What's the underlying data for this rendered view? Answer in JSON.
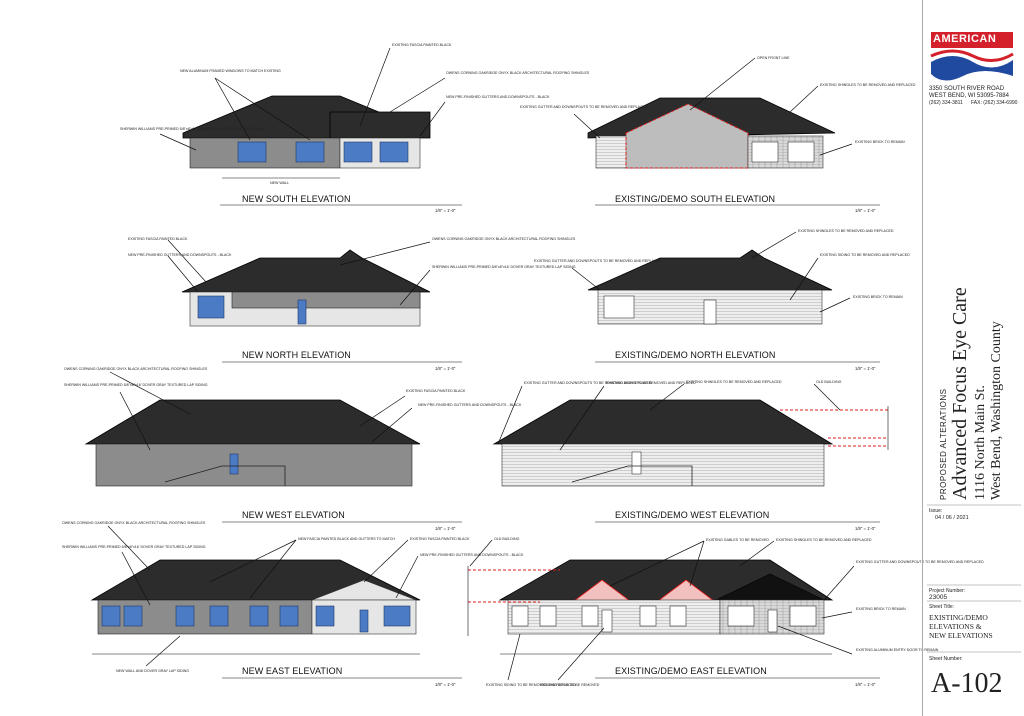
{
  "views": [
    {
      "title": "NEW SOUTH ELEVATION",
      "scale": "1/8\" = 1'-0\"",
      "notes": [
        "EXISTING FASCIA PAINTED BLACK",
        "NEW ALUMINUM FRAMED WINDOWS TO MATCH EXISTING",
        "OWENS CORNING OAKRIDGE ONYX BLACK ARCHITECTURAL ROOFING SHINGLES",
        "NEW PRE-FINISHED GUTTERS AND DOWNSPOUTS - BLACK",
        "SHERWIN WILLIAMS PRE-PRIMED 5/8\"x8\"x16' DOVER GRAY TEXTURED LAP SIDING",
        "NEW WALL"
      ]
    },
    {
      "title": "EXISTING/DEMO SOUTH ELEVATION",
      "scale": "1/8\" = 1'-0\"",
      "notes": [
        "OPEN FRONT LINE",
        "EXISTING SHINGLES TO BE REMOVED AND REPLACED",
        "EXISTING GUTTER AND DOWNSPOUTS TO BE REMOVED AND REPLACED",
        "EXISTING BRICK TO REMAIN"
      ]
    },
    {
      "title": "NEW NORTH ELEVATION",
      "scale": "1/8\" = 1'-0\"",
      "notes": [
        "EXISTING FASCIA PAINTED BLACK",
        "NEW PRE-FINISHED GUTTERS AND DOWNSPOUTS - BLACK",
        "OWENS CORNING OAKRIDGE ONYX BLACK ARCHITECTURAL ROOFING SHINGLES",
        "SHERWIN WILLIAMS PRE-PRIMED 5/8\"x8\"x16' DOVER GRAY TEXTURED LAP SIDING"
      ]
    },
    {
      "title": "EXISTING/DEMO NORTH ELEVATION",
      "scale": "1/8\" = 1'-0\"",
      "notes": [
        "EXISTING GUTTER AND DOWNSPOUTS TO BE REMOVED AND REPLACED",
        "EXISTING SHINGLES TO BE REMOVED AND REPLACED",
        "EXISTING SIDING TO BE REMOVED AND REPLACED",
        "EXISTING BRICK TO REMAIN"
      ]
    },
    {
      "title": "NEW WEST ELEVATION",
      "scale": "1/8\" = 1'-0\"",
      "notes": [
        "OWENS CORNING OAKRIDGE ONYX BLACK ARCHITECTURAL ROOFING SHINGLES",
        "SHERWIN WILLIAMS PRE-PRIMED 5/8\"x8\"x16' DOVER GRAY TEXTURED LAP SIDING",
        "EXISTING FASCIA PAINTED BLACK",
        "NEW PRE-FINISHED GUTTERS AND DOWNSPOUTS - BLACK"
      ]
    },
    {
      "title": "EXISTING/DEMO WEST ELEVATION",
      "scale": "1/8\" = 1'-0\"",
      "notes": [
        "EXISTING GUTTER AND DOWNSPOUTS TO BE REMOVED AND REPLACED",
        "EXISTING SIDING TO BE REMOVED AND REPLACED",
        "EXISTING SHINGLES TO BE REMOVED AND REPLACED",
        "OLD BUILDING"
      ]
    },
    {
      "title": "NEW EAST ELEVATION",
      "scale": "1/8\" = 1'-0\"",
      "notes": [
        "OWENS CORNING OAKRIDGE ONYX BLACK ARCHITECTURAL ROOFING SHINGLES",
        "SHERWIN WILLIAMS PRE-PRIMED 5/8\"x8\"x16' DOVER GRAY TEXTURED LAP SIDING",
        "NEW FASCIA PAINTED BLACK AND GUTTERS TO MATCH",
        "EXISTING FASCIA PAINTED BLACK",
        "NEW PRE-FINISHED GUTTERS AND DOWNSPOUTS - BLACK",
        "NEW WALL AND DOVER GRAY LAP SIDING"
      ]
    },
    {
      "title": "EXISTING/DEMO EAST ELEVATION",
      "scale": "1/8\" = 1'-0\"",
      "notes": [
        "OLD BUILDING",
        "EXISTING GABLES TO BE REMOVED",
        "EXISTING SHINGLES TO BE REMOVED AND REPLACED",
        "EXISTING GUTTER AND DOWNSPOUTS TO BE REMOVED AND REPLACED",
        "EXISTING BRICK TO REMAIN",
        "EXISTING ALUMINUM ENTRY DOOR TO REMAIN",
        "EXISTING SIDING TO BE REMOVED AND REPLACED",
        "EXISTING DOOR TO BE REMOVED"
      ]
    }
  ],
  "title_block": {
    "logo_text": "AMERICAN",
    "address_line1": "3350 SOUTH RIVER ROAD",
    "address_line2": "WEST BEND, WI 53095-7884",
    "phone": "(262) 334-3811",
    "fax": "FAX: (262) 334-6990",
    "proposed": "PROPOSED ALTERATIONS",
    "project_name": "Advanced Focus Eye Care",
    "street": "1116 North Main St.",
    "city": "West Bend, Washington County",
    "issue_label": "Issue:",
    "issue_date": "04 / 06 / 2021",
    "project_number_label": "Project Number:",
    "project_number": "23005",
    "sheet_title_label": "Sheet Title:",
    "sheet_title_1": "EXISTING/DEMO",
    "sheet_title_2": "ELEVATIONS &",
    "sheet_title_3": "NEW ELEVATIONS",
    "sheet_number_label": "Sheet Number:",
    "sheet_number": "A-102"
  },
  "colors": {
    "window_blue": "#4b7bc4",
    "demo_red": "#e01b1b",
    "roof_black": "#2c2c2c"
  }
}
